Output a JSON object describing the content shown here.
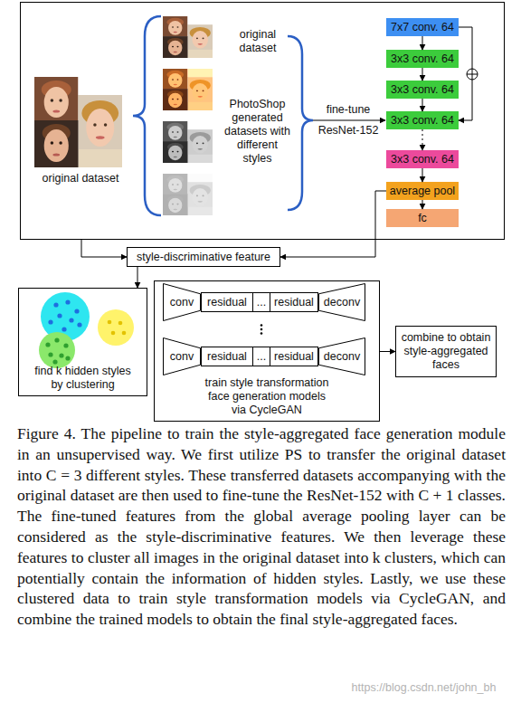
{
  "diagram": {
    "caption": "Figure 4. The pipeline to train the style-aggregated face generation module in an unsupervised way. We first utilize PS to transfer the original dataset into C = 3 different styles. These transferred datasets accompanying with the original dataset are then used to fine-tune the ResNet-152 with C + 1 classes. The fine-tuned features from the global average pooling layer can be considered as the style-discriminative features. We then leverage these features to cluster all images in the original dataset into k clusters, which can potentially contain the information of hidden styles. Lastly, we use these clustered data to train style transformation models via CycleGAN, and combine the trained models to obtain the final style-aggregated faces.",
    "nodes": [
      {
        "text": [
          "original dataset",
          "original dataset",
          "PhotoShop generated datasets with different styles"
        ]
      },
      {
        "text": [
          "7x7 conv. 64"
        ],
        "in": 0
      },
      {
        "text": [
          "3x3 conv. 64"
        ],
        "in": 0
      },
      {
        "text": [
          "3x3 conv. 64"
        ],
        "in": 0
      },
      {
        "text": [
          "3x3 conv. 64"
        ],
        "in": 0
      },
      {
        "text": [
          "3x3 conv. 64"
        ],
        "in": 0
      },
      {
        "text": [
          "average pool"
        ],
        "in": 0
      },
      {
        "text": [
          "fc"
        ],
        "in": 0
      },
      {
        "text": [
          "style-discriminative feature"
        ]
      },
      {
        "text": [
          "find k hidden styles by clustering"
        ]
      },
      {
        "text": [
          "train style transformation face generation models via CycleGAN"
        ]
      },
      {
        "text": [
          "conv"
        ],
        "in": 10
      },
      {
        "text": [
          "residual"
        ],
        "in": 10
      },
      {
        "text": [
          "..."
        ],
        "in": 10
      },
      {
        "text": [
          "residual"
        ],
        "in": 10
      },
      {
        "text": [
          "deconv"
        ],
        "in": 10
      },
      {
        "text": [
          "conv"
        ],
        "in": 10
      },
      {
        "text": [
          "residual"
        ],
        "in": 10
      },
      {
        "text": [
          "..."
        ],
        "in": 10
      },
      {
        "text": [
          "residual"
        ],
        "in": 10
      },
      {
        "text": [
          "deconv"
        ],
        "in": 10
      },
      {
        "text": [
          "combine to obtain style-aggregated faces"
        ]
      }
    ],
    "edges": [
      {
        "from": 0,
        "to": 8,
        "arrow": "to"
      },
      {
        "from": 1,
        "to": 2,
        "arrow": "to"
      },
      {
        "from": 2,
        "to": 3,
        "arrow": "to"
      },
      {
        "from": 3,
        "to": 4,
        "arrow": "to"
      },
      {
        "from": 4,
        "to": 5,
        "arrow": "to"
      },
      {
        "from": 5,
        "to": 6,
        "arrow": "to"
      },
      {
        "from": 6,
        "to": 7,
        "arrow": "to"
      },
      {
        "from": 1,
        "to": 4,
        "arrow": "to"
      },
      {
        "from": 6,
        "to": 8,
        "arrow": "to"
      },
      {
        "from": 8,
        "to": 9,
        "arrow": "to"
      },
      {
        "from": 10,
        "to": 21,
        "arrow": "to"
      }
    ],
    "labels": [
      "fine-tune",
      "ResNet-152",
      "https://blog.csdn.net/john_bh"
    ]
  }
}
